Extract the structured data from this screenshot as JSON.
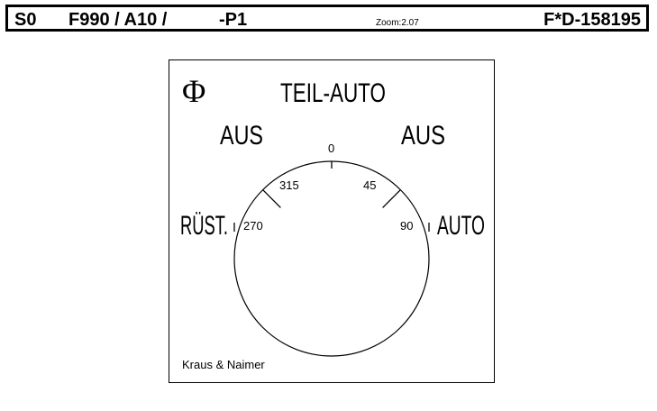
{
  "header": {
    "s0": "S0",
    "code": "F990 / A10 /",
    "p1": "-P1",
    "zoom": "Zoom:2.07",
    "id": "F*D-158195"
  },
  "plate": {
    "symbol": "Φ",
    "positions": {
      "top": "TEIL-AUTO",
      "upper_left": "AUS",
      "upper_right": "AUS",
      "left": "RÜST.",
      "right": "AUTO"
    },
    "angles": {
      "a0": "0",
      "a45": "45",
      "a90": "90",
      "a270": "270",
      "a315": "315"
    },
    "manufacturer": "Kraus & Naimer"
  }
}
